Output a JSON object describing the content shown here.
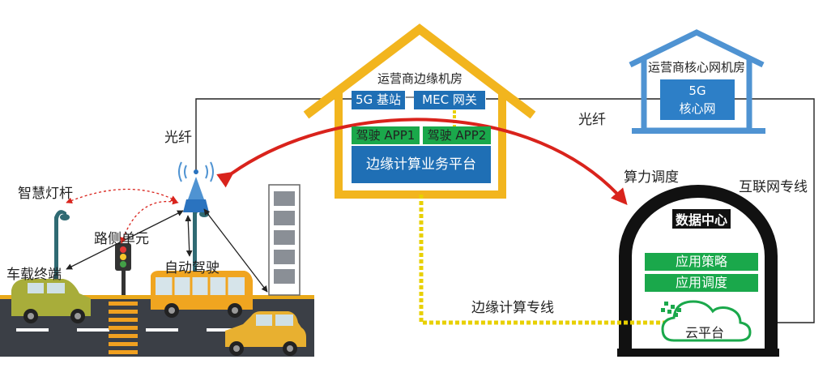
{
  "edge_room": {
    "title": "运营商边缘机房",
    "base_station": "5G 基站",
    "mec_gateway": "MEC 网关",
    "app1": "驾驶 APP1",
    "app2": "驾驶 APP2",
    "platform": "边缘计算业务平台"
  },
  "core_room": {
    "title": "运营商核心网机房",
    "core_line1": "5G",
    "core_line2": "核心网"
  },
  "data_center": {
    "title": "数据中心",
    "policy": "应用策略",
    "scheduling": "应用调度",
    "cloud": "云平台"
  },
  "links": {
    "fiber_left": "光纤",
    "fiber_right": "光纤",
    "compute_dispatch": "算力调度",
    "internet_line": "互联网专线",
    "edge_line": "边缘计算专线"
  },
  "street": {
    "smart_pole": "智慧灯杆",
    "roadside_unit": "路侧单元",
    "vehicle_terminal": "车载终端",
    "autonomous": "自动驾驶"
  },
  "colors": {
    "house_yellow": "#f2b51e",
    "house_blue": "#4f93d2",
    "box_blue": "#1f6fb5",
    "box_green": "#1aa84b",
    "arrow_red": "#d9231c",
    "dashed_yellow": "#e8d000",
    "tunnel_black": "#111111"
  }
}
